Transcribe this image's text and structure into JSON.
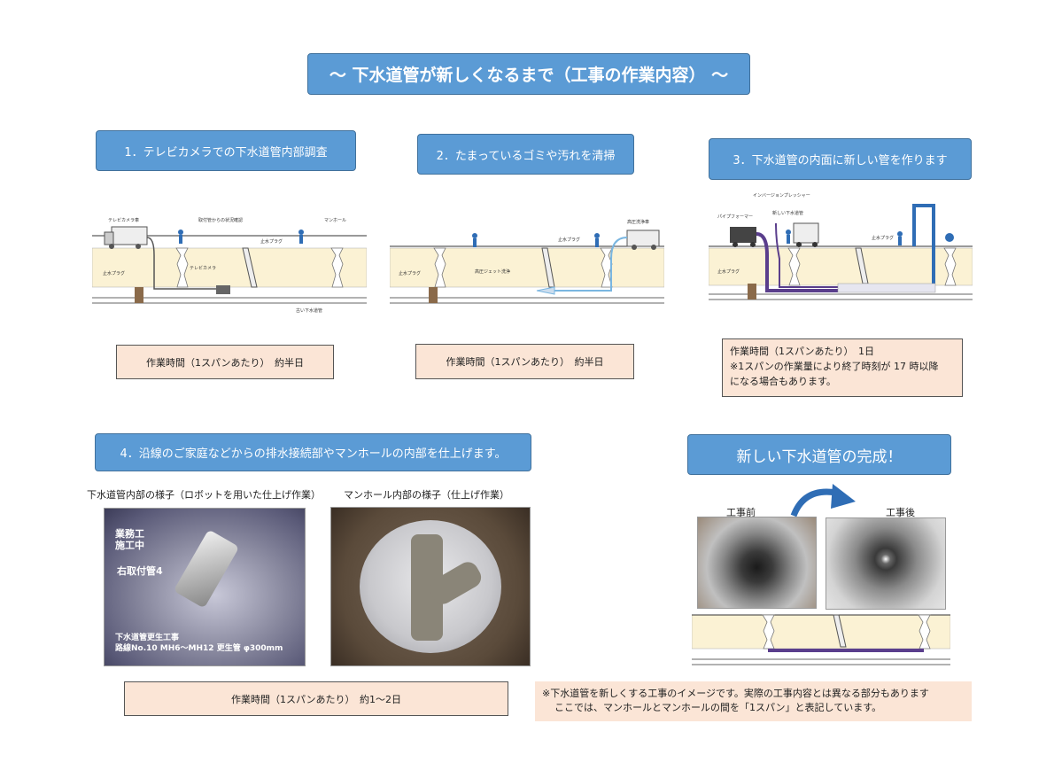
{
  "title": "～ 下水道管が新しくなるまで（工事の作業内容） ～",
  "steps": [
    {
      "label": "1．テレビカメラでの下水道管内部調査"
    },
    {
      "label": "2．たまっているゴミや汚れを清掃"
    },
    {
      "label": "3．下水道管の内面に新しい管を作ります"
    },
    {
      "label": "4．沿線のご家庭などからの排水接続部やマンホールの内部を仕上げます。"
    }
  ],
  "work_times": {
    "step1": "作業時間（1スパンあたり）　約半日",
    "step2": "作業時間（1スパンあたり）　約半日",
    "step3_line1": "作業時間（1スパンあたり）　1日",
    "step3_line2": "※1スパンの作業量により終了時刻が 17 時以降",
    "step3_line3": "になる場合もあります。",
    "step4": "作業時間（1スパンあたり）　約1～2日"
  },
  "complete": {
    "label": "新しい下水道管の完成！",
    "before": "工事前",
    "after": "工事後"
  },
  "photo_captions": {
    "pipe_inside": "下水道管内部の様子（ロボットを用いた仕上げ作業）",
    "manhole_inside": "マンホール内部の様子（仕上げ作業）"
  },
  "photo_overlay": {
    "tl1": "業務工",
    "tl2": "施工中",
    "mid": "右取付管4",
    "bl1": "下水道管更生工事",
    "bl2": "路線No.10 MH6～MH12 更生管 φ300mm"
  },
  "footnote": {
    "line1": "※下水道管を新しくする工事のイメージです。実際の工事内容とは異なる部分もあります",
    "line2": "ここでは、マンホールとマンホールの間を「1スパン」と表記しています。"
  },
  "diagram_labels": {
    "d1_tvcar": "テレビカメラ車",
    "d1_inside": "取付管からの状況確認",
    "d1_manhole": "マンホール",
    "d1_plug": "止水プラグ",
    "d1_plug2": "止水プラグ",
    "d1_camera": "テレビカメラ",
    "d1_oldpipe": "古い下水道管",
    "d2_truck": "高圧洗浄車",
    "d2_plug": "止水プラグ",
    "d2_plug2": "止水プラグ",
    "d2_jet": "高圧ジェット洗浄",
    "d3_former": "パイプフォーマー",
    "d3_newpipe": "新しい下水道管",
    "d3_inversion": "インバージョンプレッシャー",
    "d3_plug": "止水プラグ",
    "d3_plug2": "止水プラグ"
  },
  "colors": {
    "step_blue": "#5b9bd5",
    "note_fill": "#fbe5d6",
    "soil": "#fbf2d4",
    "new_pipe": "#5a3e8c"
  }
}
